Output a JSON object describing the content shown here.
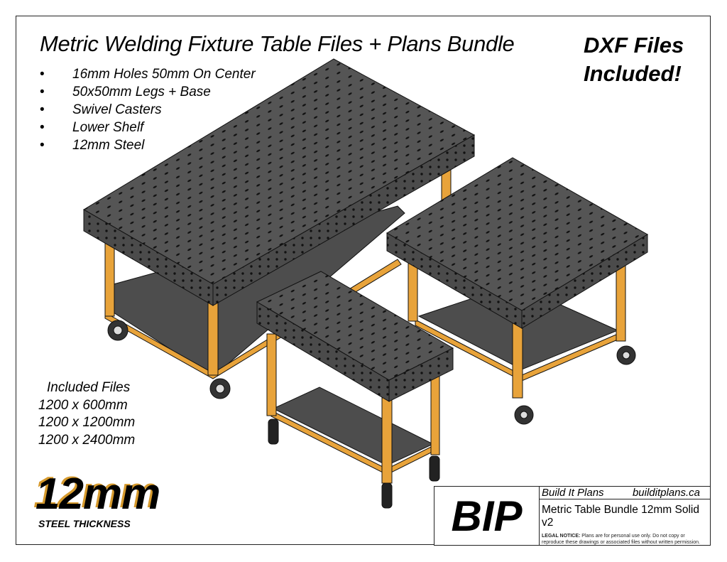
{
  "title": "Metric Welding Fixture Table Files + Plans Bundle",
  "badge": {
    "line1": "DXF Files",
    "line2": "Included!"
  },
  "features": [
    "16mm Holes 50mm On Center",
    "50x50mm Legs + Base",
    "Swivel Casters",
    "Lower Shelf",
    "12mm Steel"
  ],
  "bullet_symbol": "•",
  "included_files": {
    "heading": "Included Files",
    "items": [
      "1200 x 600mm",
      "1200 x 1200mm",
      "1200 x 2400mm"
    ]
  },
  "thickness": {
    "value": "12mm",
    "label": "STEEL THICKNESS"
  },
  "title_block": {
    "logo": "BIP",
    "company": "Build It Plans",
    "website": "builditplans.ca",
    "drawing_title": "Metric Table Bundle 12mm Solid v2",
    "legal_label": "LEGAL NOTICE:",
    "legal_text": "Plans are for personal use only. Do not copy or reproduce these drawings or associated files without written permission."
  },
  "colors": {
    "frame": "#e8a33a",
    "steel": "#4a4a4a",
    "hole": "#111111"
  }
}
